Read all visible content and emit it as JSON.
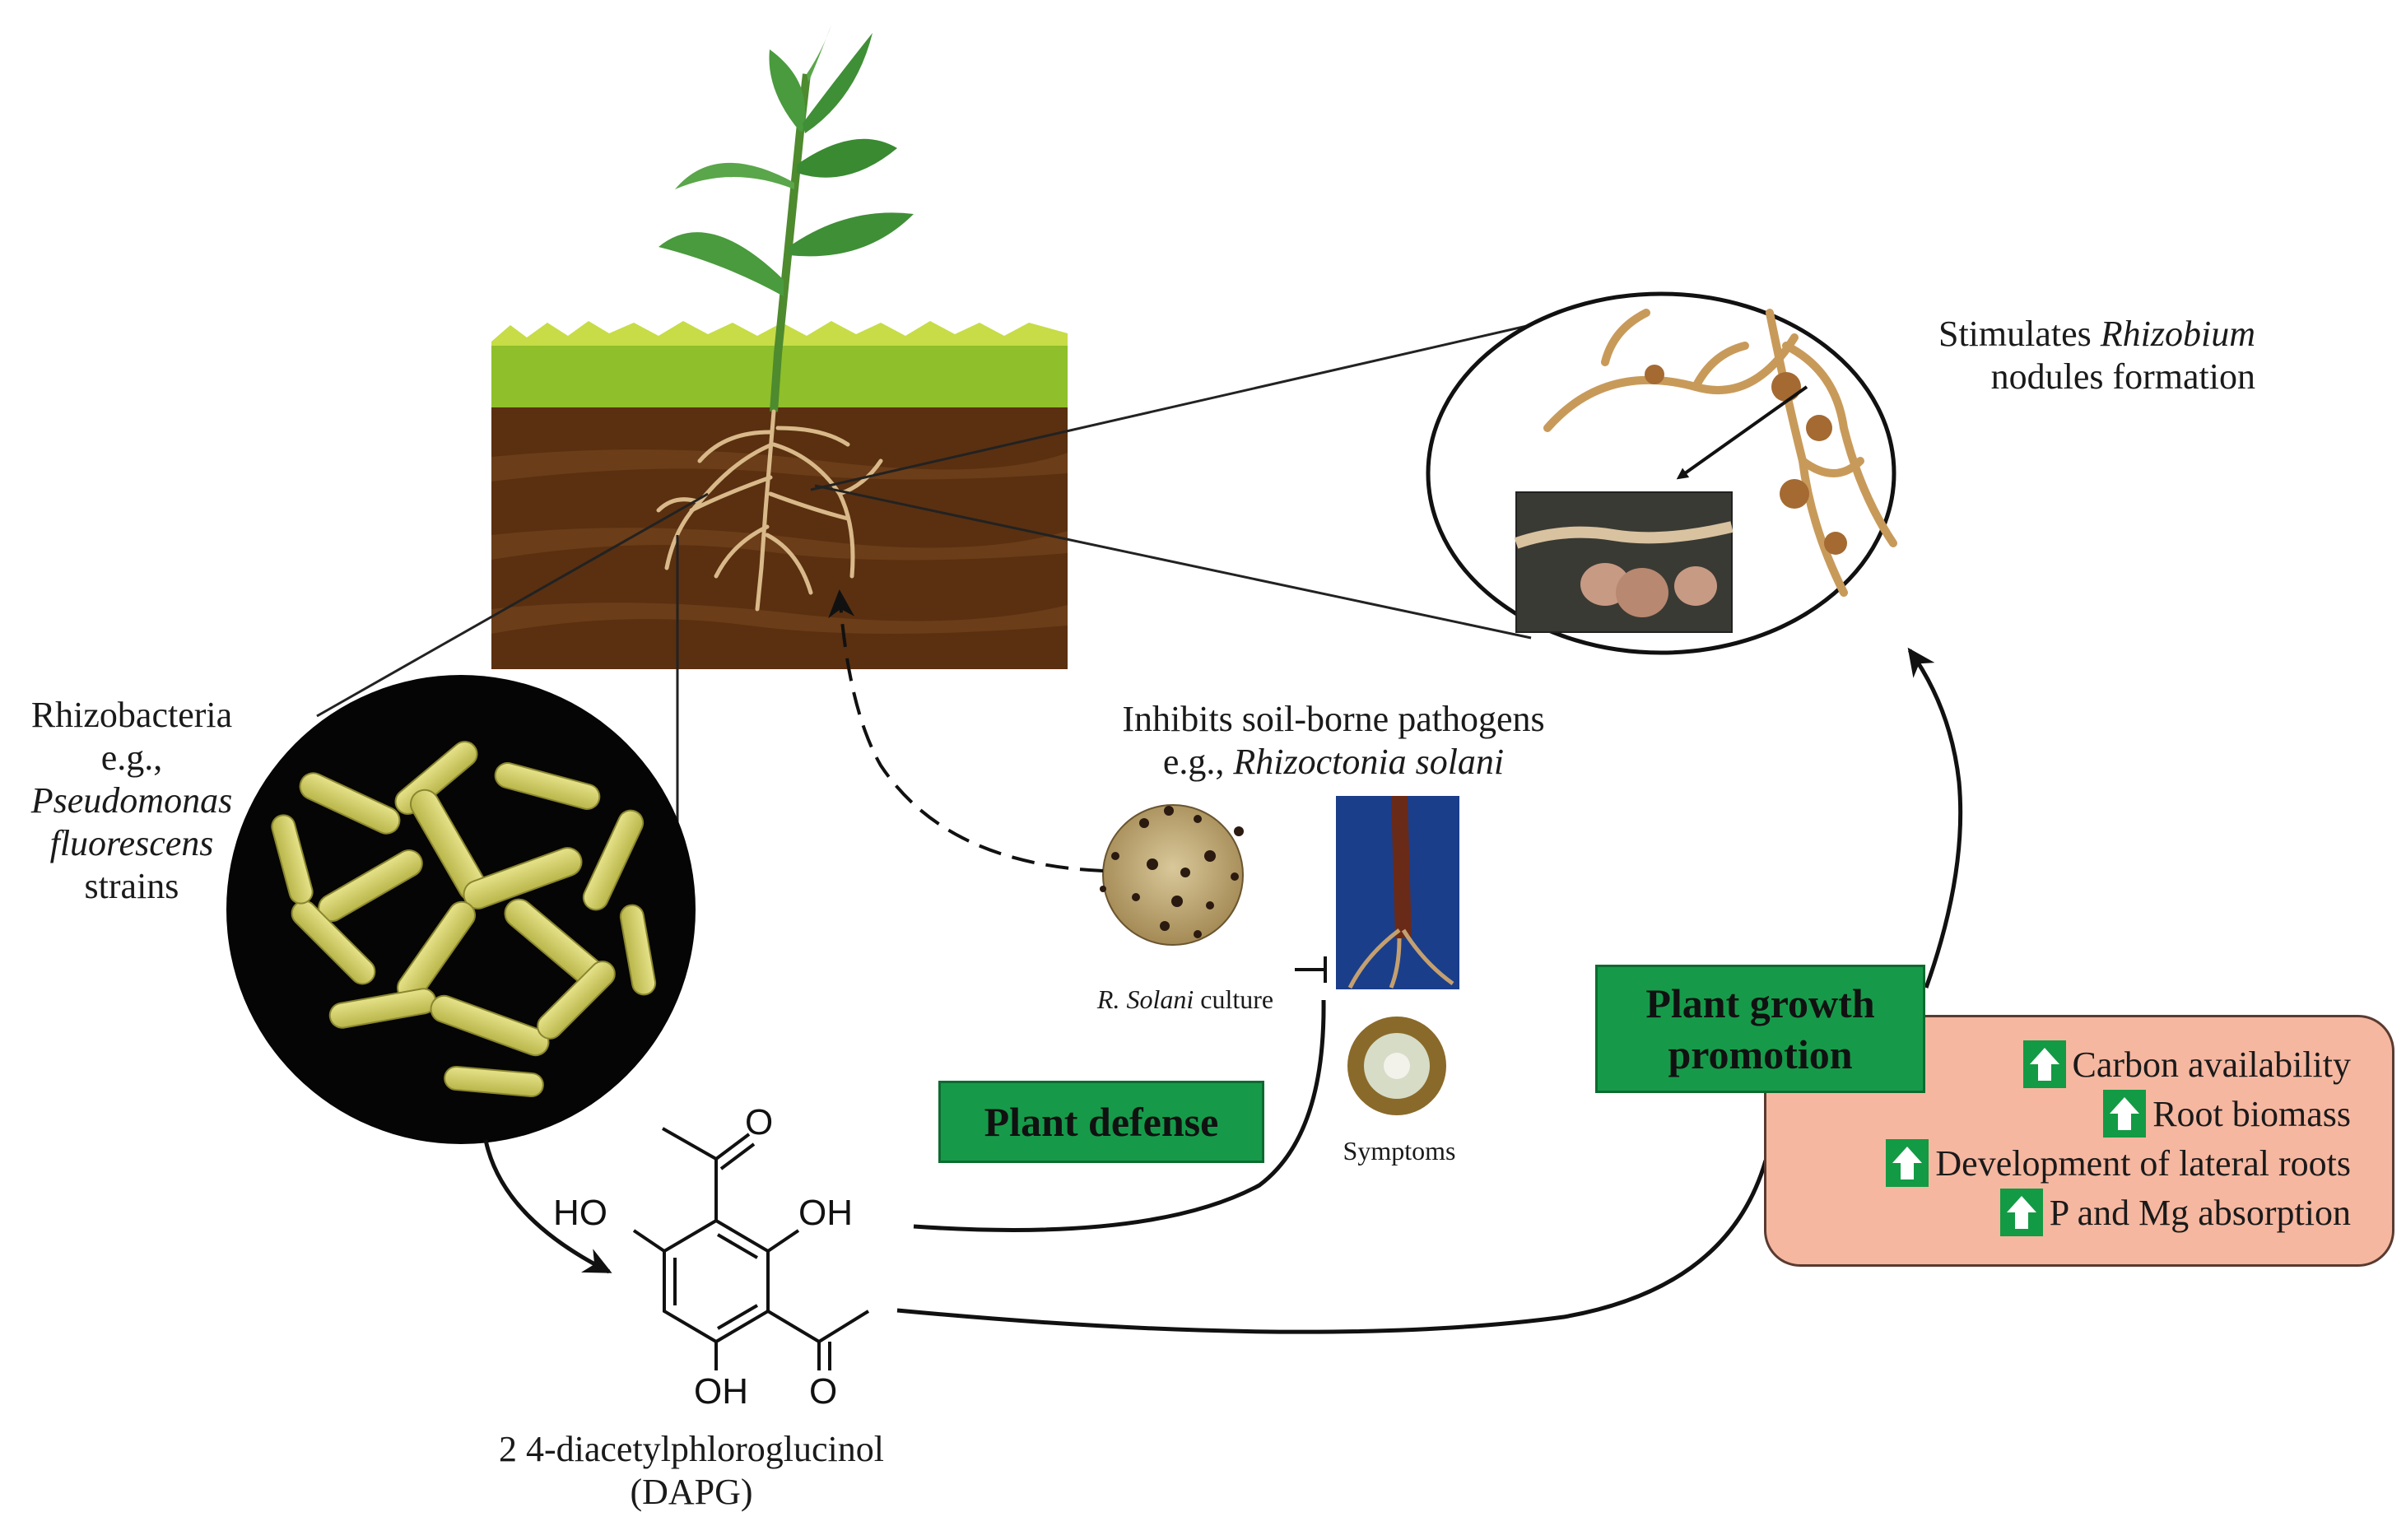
{
  "rhizobacteria": {
    "line1": "Rhizobacteria",
    "line2": "e.g.,",
    "line3": "Pseudomonas",
    "line4": "fluorescens",
    "line5": "strains"
  },
  "dapg": {
    "name": "2 4-diacetylphloroglucinol",
    "abbr": "(DAPG)",
    "atoms": {
      "ho_left": "HO",
      "oh_right": "OH",
      "oh_bottom": "OH",
      "o_top": "O",
      "o_bottom": "O"
    }
  },
  "pathogen": {
    "line1": "Inhibits soil-borne pathogens",
    "line2_prefix": "e.g., ",
    "line2_species": "Rhizoctonia solani",
    "culture_species": "R. Solani",
    "culture_suffix": " culture",
    "symptoms": "Symptoms"
  },
  "nodules": {
    "line1_prefix": "Stimulates ",
    "line1_species": "Rhizobium",
    "line2": "nodules formation"
  },
  "labels": {
    "plant_defense": "Plant defense",
    "growth_line1": "Plant growth",
    "growth_line2": "promotion"
  },
  "benefits": [
    "Carbon availability",
    "Root biomass",
    "Development of lateral roots",
    "P and Mg absorption"
  ],
  "colors": {
    "label_green": "#169a4a",
    "benefit_box": "#f5b7a0",
    "soil": "#5a3010",
    "grass": "#8fbf2a",
    "leaf": "#3f9a3a"
  }
}
